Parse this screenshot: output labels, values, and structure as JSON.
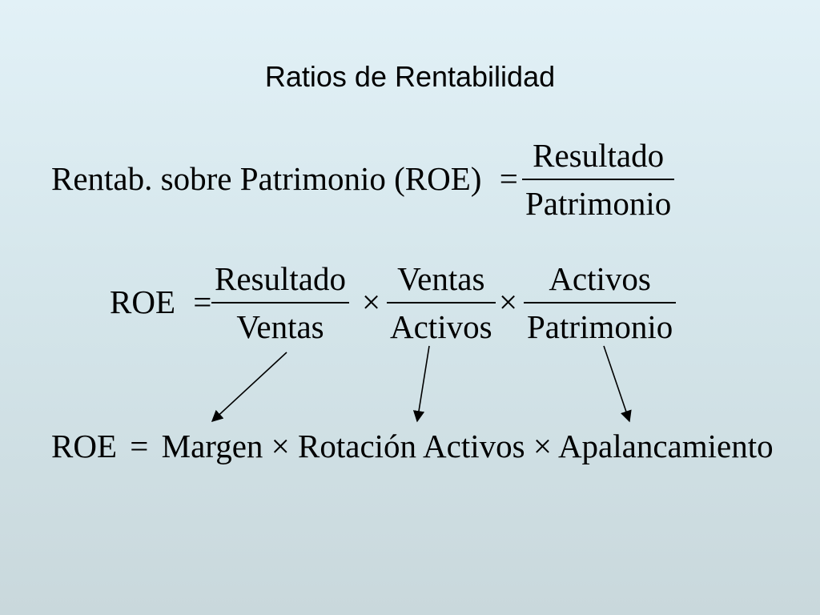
{
  "title": "Ratios de Rentabilidad",
  "formula1": {
    "lhs": "Rentab. sobre Patrimonio (ROE)",
    "eq": "=",
    "numerator": "Resultado",
    "denominator": "Patrimonio"
  },
  "formula2": {
    "lhs": "ROE",
    "eq": "=",
    "times": "×",
    "fractions": [
      {
        "numerator": "Resultado",
        "denominator": "Ventas"
      },
      {
        "numerator": "Ventas",
        "denominator": "Activos"
      },
      {
        "numerator": "Activos",
        "denominator": "Patrimonio"
      }
    ]
  },
  "formula3": {
    "lhs": "ROE",
    "eq": "=",
    "term1": "Margen",
    "times": "×",
    "term2": "Rotación Activos",
    "term3": "Apalancamiento"
  }
}
